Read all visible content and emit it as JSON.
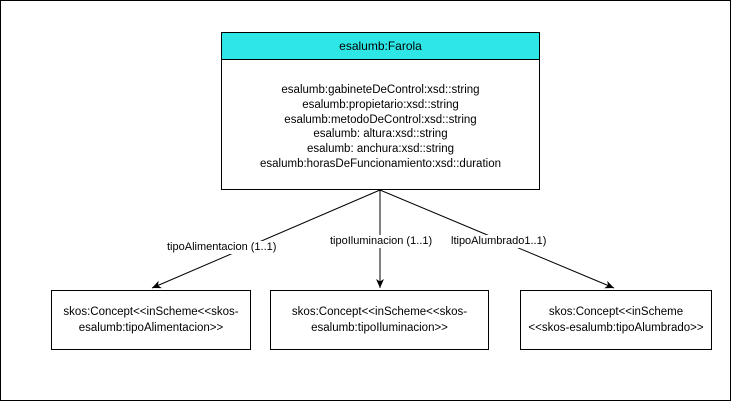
{
  "colors": {
    "header_fill": "#2ee6e6",
    "stroke": "#000000",
    "background": "#ffffff"
  },
  "class_box": {
    "title": "esalumb:Farola",
    "attributes": [
      "esalumb:gabineteDeControl:xsd::string",
      "esalumb:propietario:xsd::string",
      "esalumb:metodoDeControl:xsd::string",
      "esalumb: altura:xsd::string",
      "esalumb: anchura:xsd::string",
      "esalumb:horasDeFuncionamiento:xsd::duration"
    ]
  },
  "edges": [
    {
      "label": "tipoAlimentacion (1..1)"
    },
    {
      "label": "tipoIluminacion (1..1)"
    },
    {
      "label": "ltipoAlumbrado1..1)"
    }
  ],
  "concepts": [
    {
      "line1": "skos:Concept<<inScheme<<skos-",
      "line2": "esalumb:tipoAlimentacion>>"
    },
    {
      "line1": "skos:Concept<<inScheme<<skos-",
      "line2": "esalumb:tipoIluminacion>>"
    },
    {
      "line1": "skos:Concept<<inScheme",
      "line2": "<<skos-esalumb:tipoAlumbrado>>"
    }
  ]
}
